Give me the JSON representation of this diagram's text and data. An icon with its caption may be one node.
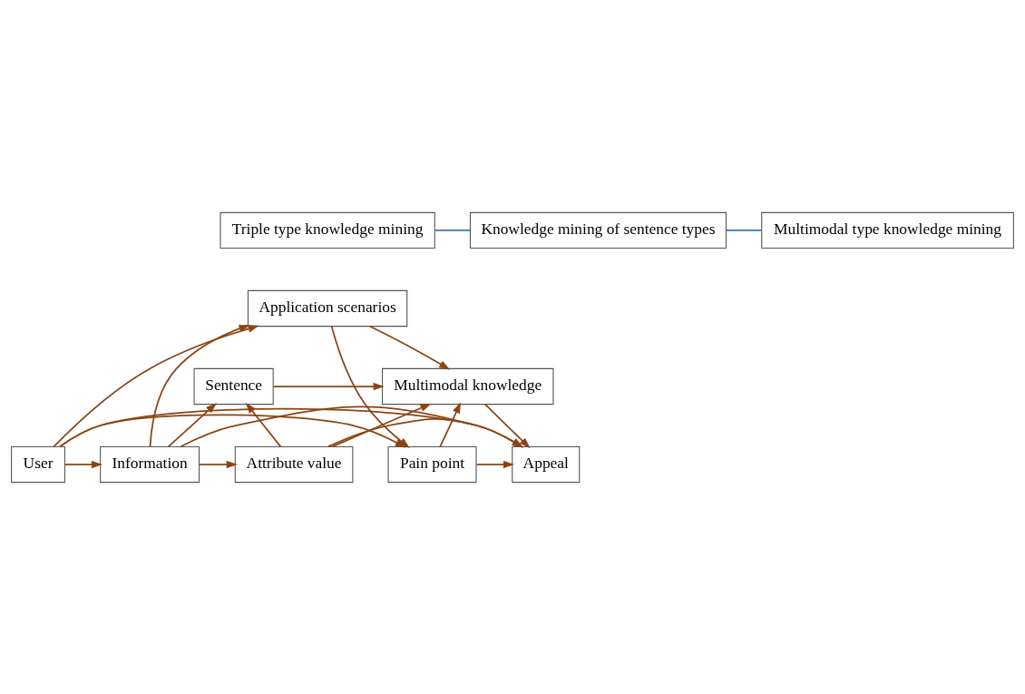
{
  "diagram": {
    "nodes": [
      {
        "text": [
          "Triple type knowledge mining"
        ]
      },
      {
        "text": [
          "Knowledge mining of sentence types"
        ]
      },
      {
        "text": [
          "Multimodal type knowledge mining"
        ]
      },
      {
        "text": [
          "Application scenarios"
        ]
      },
      {
        "text": [
          "Multimodal knowledge"
        ]
      },
      {
        "text": [
          "Sentence"
        ]
      },
      {
        "text": [
          "User"
        ]
      },
      {
        "text": [
          "Pain point"
        ]
      },
      {
        "text": [
          "Appeal"
        ]
      },
      {
        "text": [
          "Attribute value"
        ]
      },
      {
        "text": [
          "Information"
        ]
      }
    ],
    "edges": [
      {
        "from": 0,
        "to": 1,
        "arrow": "none",
        "color": "#4472c4"
      },
      {
        "from": 1,
        "to": 2,
        "arrow": "none",
        "color": "#4472c4"
      },
      {
        "from": 6,
        "to": 3,
        "arrow": "to"
      },
      {
        "from": 3,
        "to": 7,
        "arrow": "to"
      },
      {
        "from": 3,
        "to": 4,
        "arrow": "to"
      },
      {
        "from": 10,
        "to": 3,
        "arrow": "to"
      },
      {
        "from": 4,
        "to": 8,
        "arrow": "to"
      },
      {
        "from": 5,
        "to": 4,
        "arrow": "to"
      },
      {
        "from": 7,
        "to": 4,
        "arrow": "to"
      },
      {
        "from": 9,
        "to": 4,
        "arrow": "to"
      },
      {
        "from": 9,
        "to": 5,
        "arrow": "to"
      },
      {
        "from": 10,
        "to": 5,
        "arrow": "to"
      },
      {
        "from": 6,
        "to": 7,
        "arrow": "to"
      },
      {
        "from": 7,
        "to": 8,
        "arrow": "to"
      },
      {
        "from": 9,
        "to": 8,
        "arrow": "to"
      },
      {
        "from": 10,
        "to": 9,
        "arrow": "to"
      },
      {
        "from": 6,
        "to": 10,
        "arrow": "to"
      },
      {
        "from": 6,
        "to": 8,
        "arrow": "to"
      },
      {
        "from": 10,
        "to": 8,
        "arrow": "to"
      }
    ]
  }
}
